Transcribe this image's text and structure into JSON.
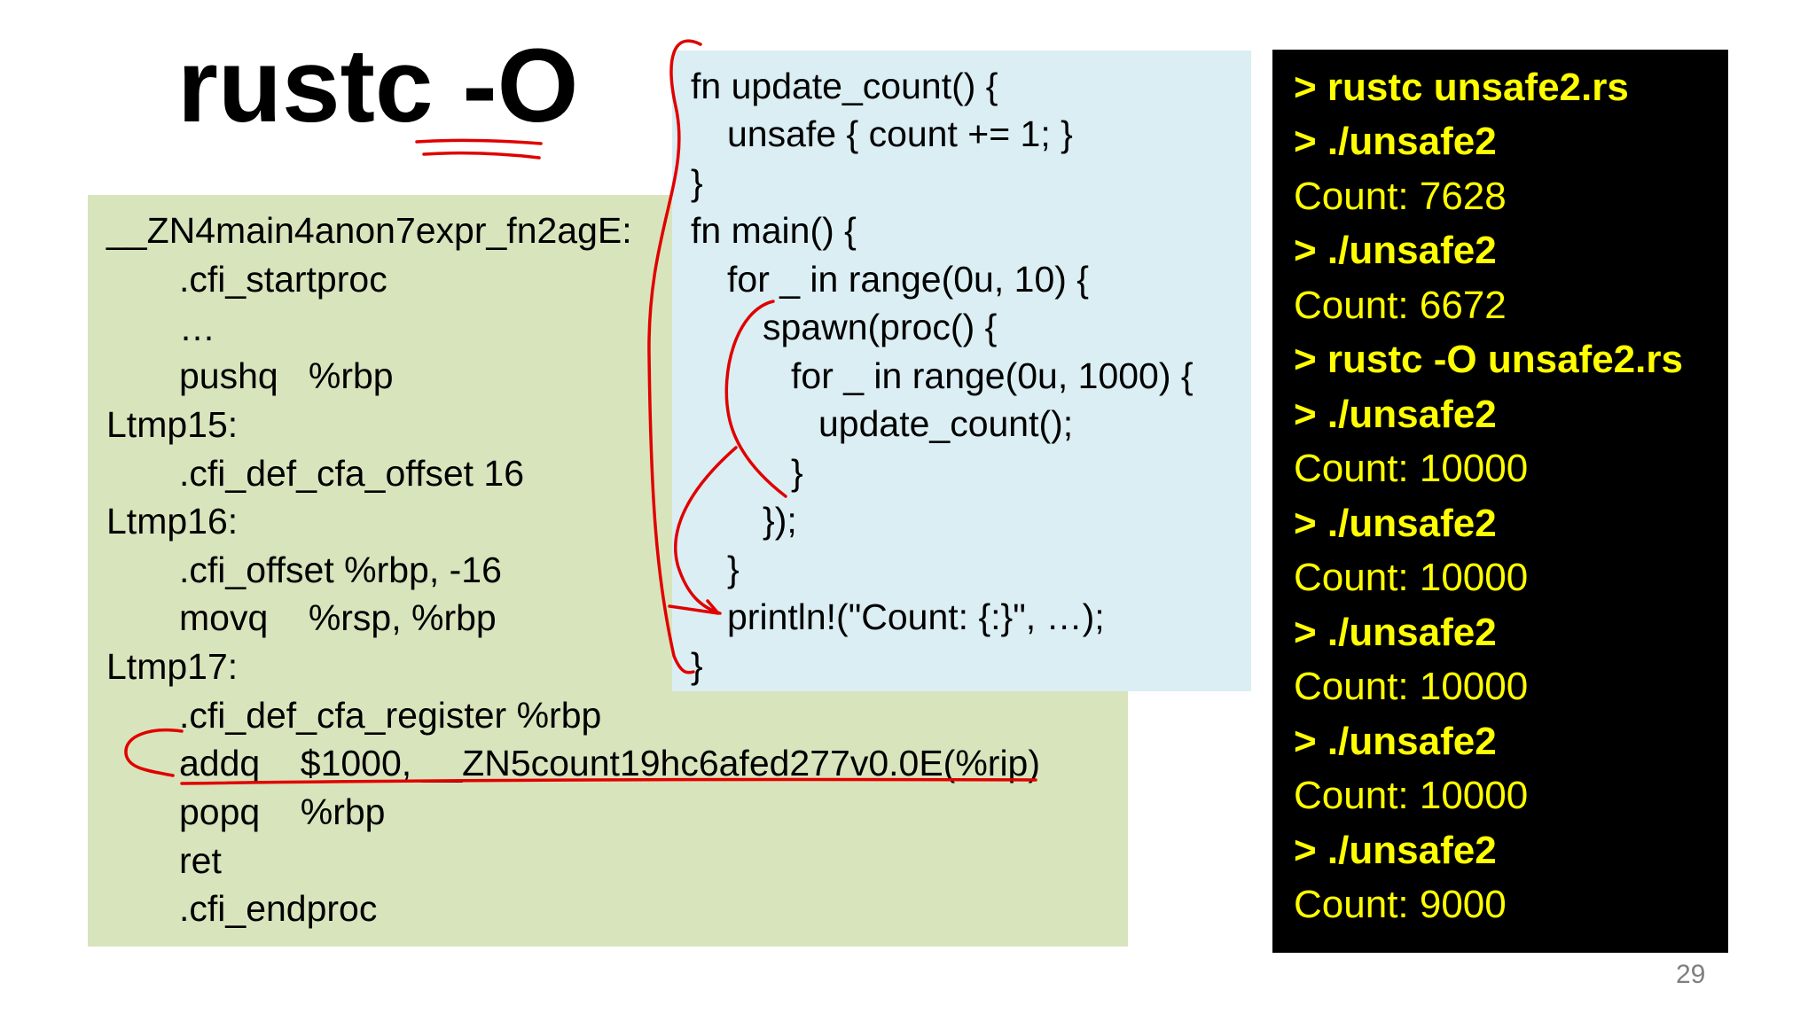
{
  "slide": {
    "title": "rustc -O",
    "page_number": "29"
  },
  "assembly": {
    "lines": [
      "__ZN4main4anon7expr_fn2agE:",
      ".cfi_startproc",
      "…",
      "pushq   %rbp",
      "Ltmp15:",
      ".cfi_def_cfa_offset 16",
      "Ltmp16:",
      ".cfi_offset %rbp, -16",
      "movq    %rsp, %rbp",
      "Ltmp17:",
      ".cfi_def_cfa_register %rbp",
      "addq    $1000, __ZN5count19hc6afed277v0.0E(%rip)",
      "popq    %rbp",
      "ret",
      ".cfi_endproc"
    ]
  },
  "source": {
    "lines": [
      "fn update_count() {",
      "unsafe { count += 1; }",
      "}",
      "fn main() {",
      "for _ in range(0u, 10) {",
      "spawn(proc() {",
      "for _ in range(0u, 1000) {",
      "update_count();",
      "}",
      "});",
      "}",
      "println!(\"Count: {:}\", …);",
      "}"
    ]
  },
  "terminal": {
    "lines": [
      "> rustc unsafe2.rs",
      "> ./unsafe2",
      "Count: 7628",
      "> ./unsafe2",
      "Count: 6672",
      "> rustc -O unsafe2.rs",
      "> ./unsafe2",
      "Count: 10000",
      "> ./unsafe2",
      "Count: 10000",
      "> ./unsafe2",
      "Count: 10000",
      "> ./unsafe2",
      "Count: 10000",
      "> ./unsafe2",
      "Count: 9000"
    ]
  },
  "colors": {
    "assembly_background": "#d8e4bc",
    "source_background": "#daeef3",
    "terminal_background": "#000000",
    "terminal_text": "#ffff00",
    "annotation_ink": "#e00000"
  }
}
